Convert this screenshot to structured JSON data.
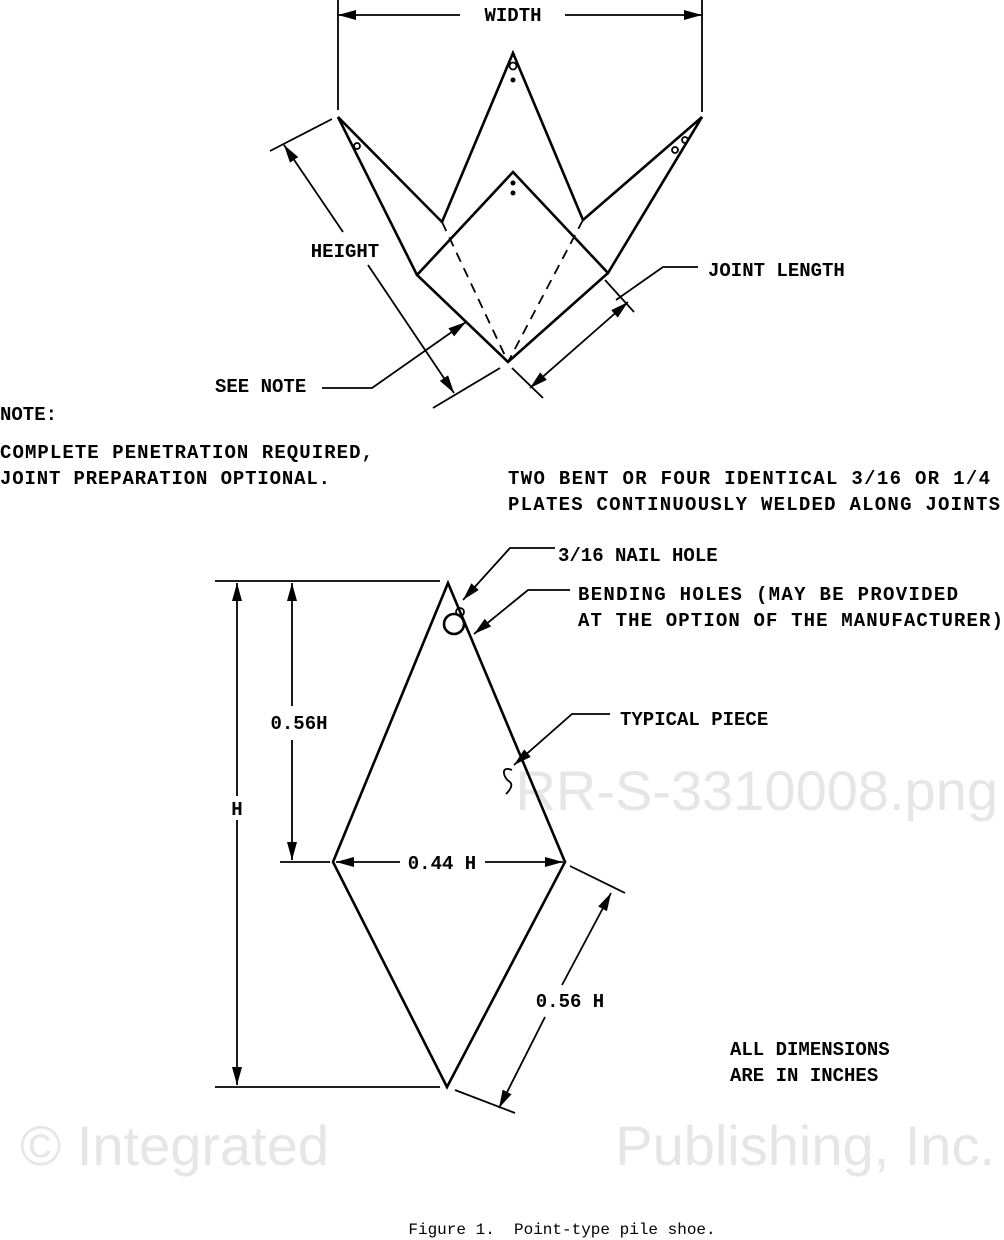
{
  "watermark": {
    "line1": "© Integrated",
    "line2": "Publishing, Inc.",
    "line3": "RR-S-3310008.png"
  },
  "top_view": {
    "width_label": "WIDTH",
    "height_label": "HEIGHT",
    "joint_length_label": "JOINT LENGTH",
    "see_note_label": "SEE NOTE"
  },
  "note": {
    "title": "NOTE:",
    "line1": "COMPLETE PENETRATION REQUIRED,",
    "line2": "JOINT PREPARATION OPTIONAL."
  },
  "plates_text": {
    "line1": "TWO BENT OR FOUR IDENTICAL 3/16 OR 1/4",
    "line2": "PLATES CONTINUOUSLY WELDED ALONG JOINTS"
  },
  "piece_view": {
    "nail_hole_label": "3/16 NAIL HOLE",
    "bending_holes_line1": "BENDING HOLES (MAY BE PROVIDED",
    "bending_holes_line2": "AT THE OPTION OF THE MANUFACTURER)",
    "typical_piece_label": "TYPICAL PIECE",
    "dim_upper": "0.56H",
    "dim_total": "H",
    "dim_width": "0.44 H",
    "dim_side": "0.56 H"
  },
  "units_note": {
    "line1": "ALL DIMENSIONS",
    "line2": "ARE IN INCHES"
  },
  "caption": "Figure 1.  Point-type pile shoe."
}
